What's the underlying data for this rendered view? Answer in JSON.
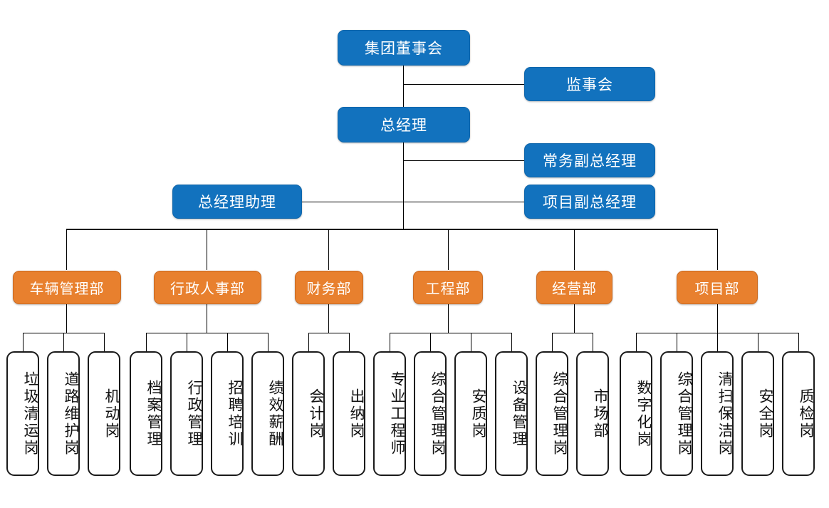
{
  "meta": {
    "title": "集团组织架构图",
    "colors": {
      "blue": "#1272BE",
      "orange": "#E8802E",
      "leaf_border": "#1a1a1a",
      "line": "#000000",
      "background": "#ffffff"
    }
  },
  "top": {
    "board": "集团董事会",
    "supervisory": "监事会",
    "general_manager": "总经理",
    "executive_deputy": "常务副总经理",
    "project_deputy": "项目副总经理",
    "gm_assistant": "总经理助理"
  },
  "departments": [
    {
      "name": "车辆管理部",
      "children": [
        "垃圾清运岗",
        "道路维护岗",
        "机动岗"
      ]
    },
    {
      "name": "行政人事部",
      "children": [
        "档案管理",
        "行政管理",
        "招聘培训",
        "绩效薪酬"
      ]
    },
    {
      "name": "财务部",
      "children": [
        "会计岗",
        "出纳岗"
      ]
    },
    {
      "name": "工程部",
      "children": [
        "专业工程师",
        "综合管理岗",
        "安质岗",
        "设备管理"
      ]
    },
    {
      "name": "经营部",
      "children": [
        "综合管理岗",
        "市场部"
      ]
    },
    {
      "name": "项目部",
      "children": [
        "数字化岗",
        "综合管理岗",
        "清扫保洁岗",
        "安全岗",
        "质检岗"
      ]
    }
  ],
  "leaf_boxes": [
    "垃圾清运岗",
    "道路维护岗",
    "机动岗",
    "档案管理",
    "行政管理",
    "招聘培训",
    "绩效薪酬",
    "会计岗",
    "出纳岗",
    "专业工程师",
    "综合管理岗",
    "安质岗",
    "设备管理",
    "综合管理岗",
    "市场部",
    "数字化岗",
    "综合管理岗",
    "清扫保洁岗",
    "安全岗",
    "质检岗"
  ]
}
